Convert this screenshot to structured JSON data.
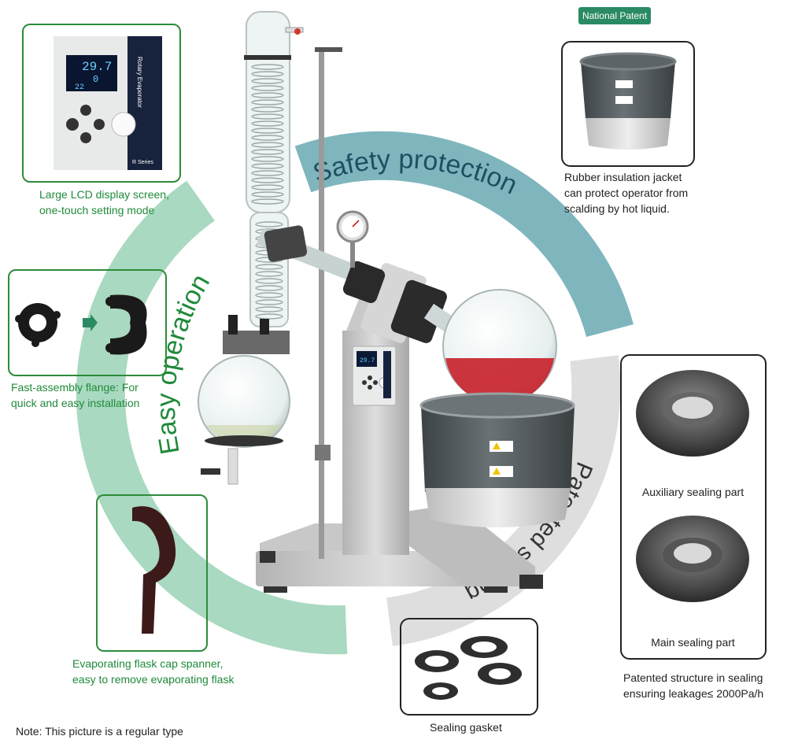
{
  "badge": {
    "national_patent": "National Patent"
  },
  "arcs": {
    "safety": "Safety protection",
    "easy": "Easy operation",
    "sealing": "Patented sealing"
  },
  "lcd": {
    "temp": "29.7",
    "speed": "0",
    "small": "22",
    "brand_vertical": "Rotary Evaporator",
    "series": "R Series"
  },
  "captions": {
    "lcd_line1": "Large LCD display screen,",
    "lcd_line2": "one-touch setting mode",
    "flange_line1": "Fast-assembly flange: For",
    "flange_line2": "quick and easy installation",
    "spanner_line1": "Evaporating flask cap spanner,",
    "spanner_line2": "easy to remove evaporating flask",
    "jacket_line1": "Rubber insulation jacket",
    "jacket_line2": "can protect operator from",
    "jacket_line3": "scalding by hot liquid.",
    "aux_seal": "Auxiliary sealing part",
    "main_seal": "Main sealing part",
    "patent_line1": "Patented structure in sealing",
    "patent_line2": "ensuring leakage≤ 2000Pa/h",
    "gasket": "Sealing gasket",
    "note": "Note: This picture is a regular type"
  },
  "colors": {
    "green_text": "#1f8a3a",
    "green_arc": "#a9d9c0",
    "teal_arc": "#7fb6bd",
    "gray_arc": "#dedede",
    "badge": "#2a8a63",
    "liquid": "#c8242c",
    "bath": "#505659"
  }
}
